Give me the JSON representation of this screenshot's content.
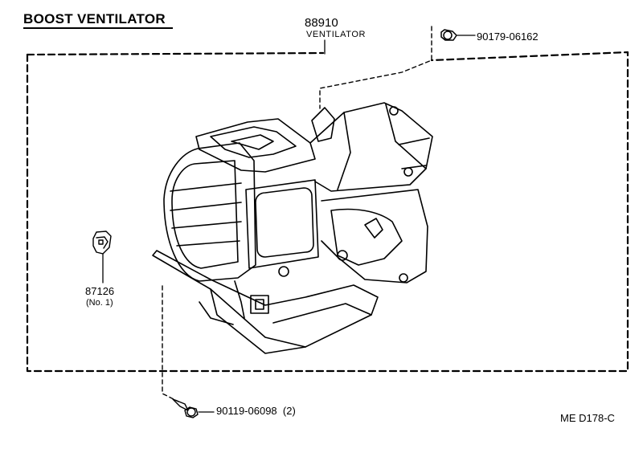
{
  "title": "BOOST VENTILATOR",
  "parts": {
    "main": {
      "number": "88910",
      "name": "VENTILATOR"
    },
    "bolt_top": {
      "number": "90179-06162"
    },
    "connector": {
      "number": "87126",
      "qualifier": "(No. 1)"
    },
    "screw_bottom": {
      "number": "90119-06098",
      "quantity": "(2)"
    }
  },
  "reference_code": "ME  D178-C"
}
